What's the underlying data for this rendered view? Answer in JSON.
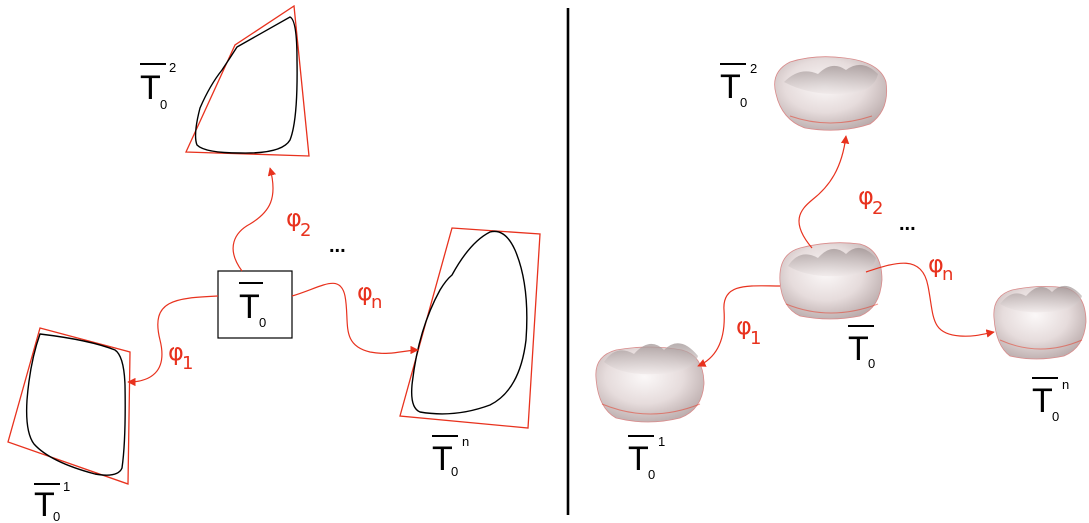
{
  "colors": {
    "accent": "#e8321e",
    "ink": "#000000"
  },
  "labels": {
    "template": {
      "letter": "T",
      "sub": "0"
    },
    "copy_1": {
      "letter": "T",
      "sub": "0",
      "sup": "1"
    },
    "copy_2": {
      "letter": "T",
      "sub": "0",
      "sup": "2"
    },
    "copy_n": {
      "letter": "T",
      "sub": "0",
      "sup": "n"
    }
  },
  "maps": {
    "phi_1": {
      "symbol": "φ",
      "sub": "1"
    },
    "phi_2": {
      "symbol": "φ",
      "sub": "2"
    },
    "phi_n": {
      "symbol": "φ",
      "sub": "n"
    }
  },
  "ellipsis": "..."
}
